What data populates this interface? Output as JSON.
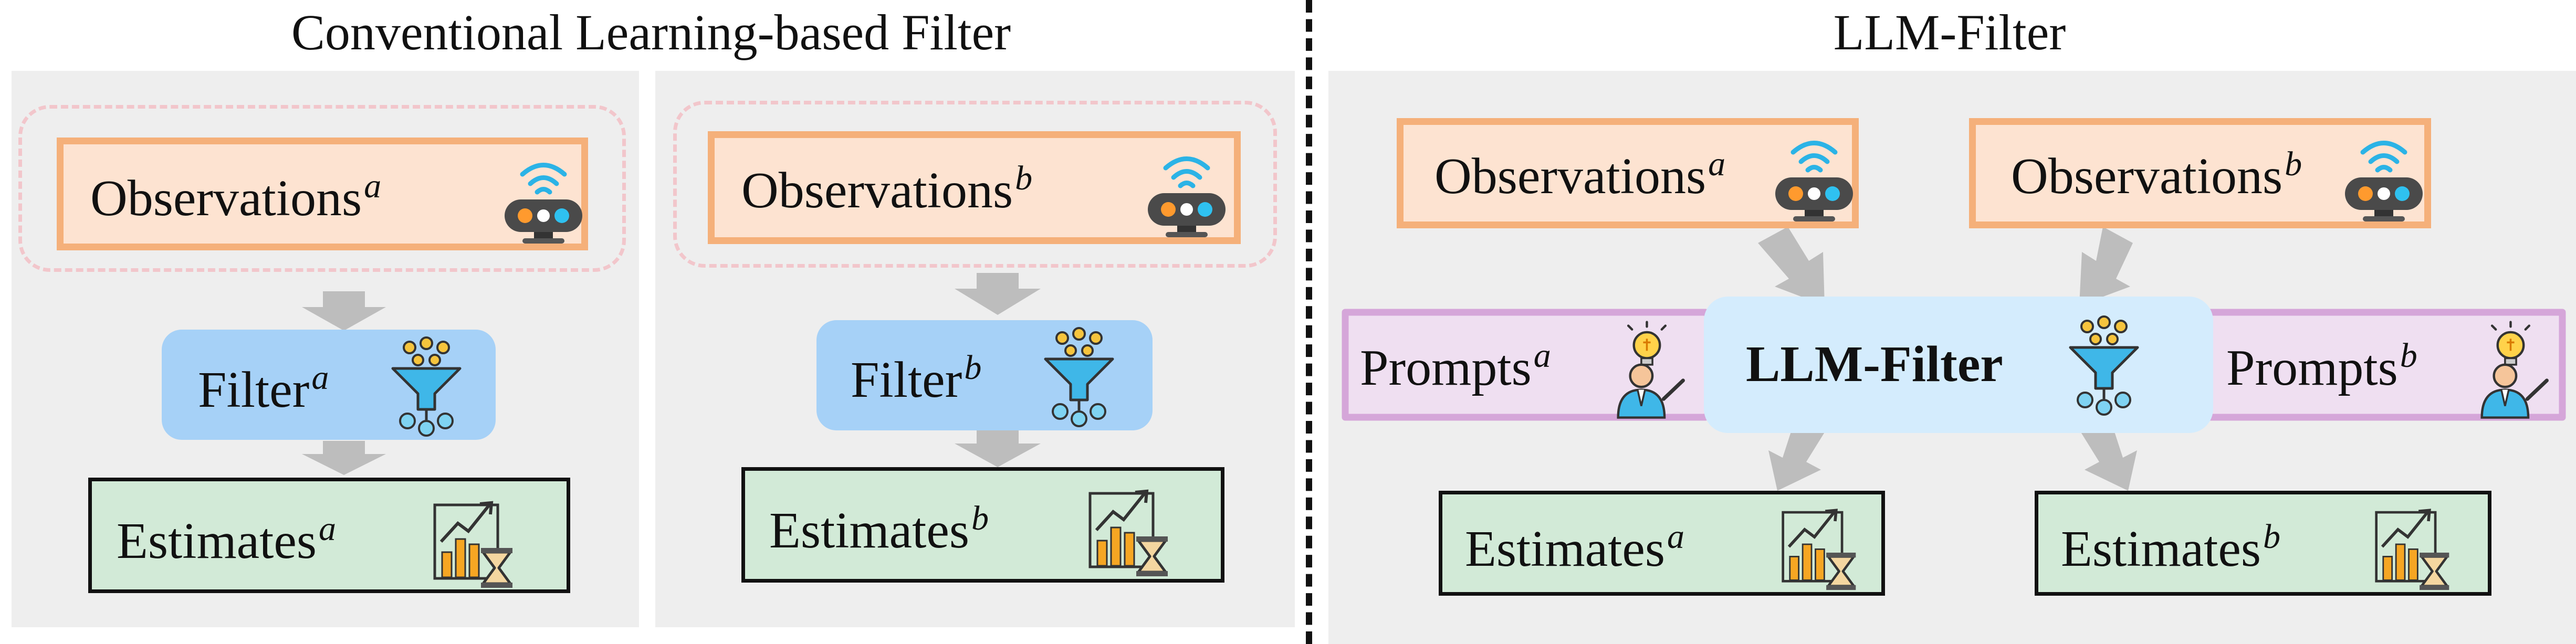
{
  "titles": {
    "left": "Conventional Learning-based Filter",
    "right": "LLM-Filter"
  },
  "observations": {
    "text": "Observations",
    "sup_a": "a",
    "sup_b": "b"
  },
  "filter": {
    "text": "Filter",
    "sup_a": "a",
    "sup_b": "b"
  },
  "estimates": {
    "text": "Estimates",
    "sup_a": "a",
    "sup_b": "b"
  },
  "prompts": {
    "text": "Prompts",
    "sup_a": "a",
    "sup_b": "b"
  },
  "llm_filter": {
    "text": "LLM-Filter"
  },
  "icons": {
    "observations": "sensor-device-icon",
    "filter": "funnel-filter-icon",
    "estimates": "chart-hourglass-icon",
    "prompts": "person-lightbulb-icon"
  },
  "colors": {
    "panel": "#eeeeee",
    "observation_fill": "#fde3d1",
    "observation_border": "#f5b07a",
    "filter_fill": "#a6d1f7",
    "llm_fill": "#d4ecfd",
    "estimate_fill": "#d2ead7",
    "prompt_fill": "#efdff1",
    "prompt_border": "#d5a6d9",
    "arrow": "#bdbdbd"
  }
}
